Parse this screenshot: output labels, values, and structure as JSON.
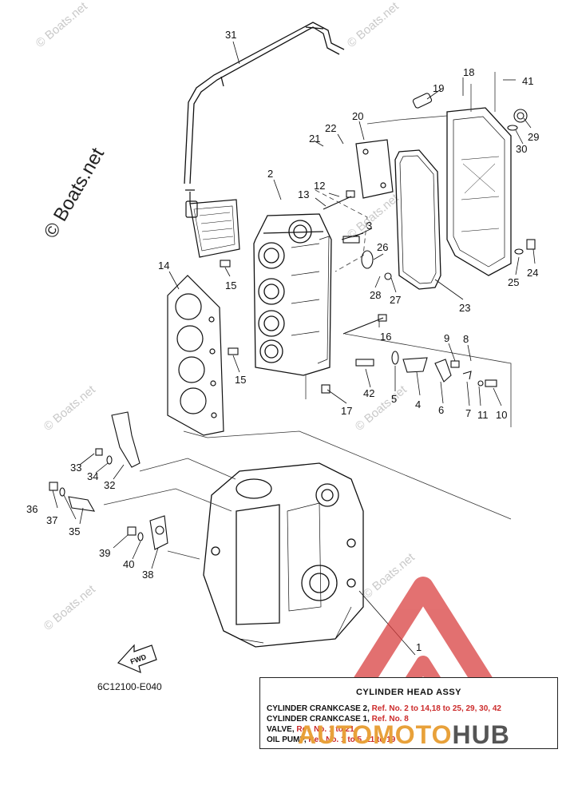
{
  "watermark": {
    "text": "© Boats.net",
    "brand_parts": [
      "AUTOMOTO",
      "HUB"
    ],
    "brand_colors": {
      "primary": "#e8a13a",
      "secondary": "#555555",
      "triangle": "#d83a3a"
    }
  },
  "diagram_code": "6C12100-E040",
  "fwd_label": "FWD",
  "callouts": [
    "1",
    "2",
    "3",
    "4",
    "5",
    "6",
    "7",
    "8",
    "9",
    "10",
    "11",
    "12",
    "13",
    "14",
    "15",
    "15",
    "16",
    "17",
    "18",
    "19",
    "20",
    "21",
    "22",
    "23",
    "24",
    "25",
    "26",
    "27",
    "28",
    "29",
    "30",
    "31",
    "32",
    "33",
    "34",
    "35",
    "36",
    "37",
    "38",
    "39",
    "40",
    "41",
    "42"
  ],
  "legend": {
    "title": "CYLINDER  HEAD ASSY",
    "lines": [
      {
        "label": "CYLINDER CRANKCASE 2,",
        "detail": " Ref. No. 2 to 14,18 to 25, 29, 30, 42"
      },
      {
        "label": "CYLINDER CRANKCASE 1,",
        "detail": " Ref. No. 8"
      },
      {
        "label": "VALVE,",
        "detail": "   Ref. No. 1 to 21"
      },
      {
        "label": "OIL PUMP,",
        "detail": "  Ref. No. 1 to 5, 11 to 19"
      }
    ]
  }
}
